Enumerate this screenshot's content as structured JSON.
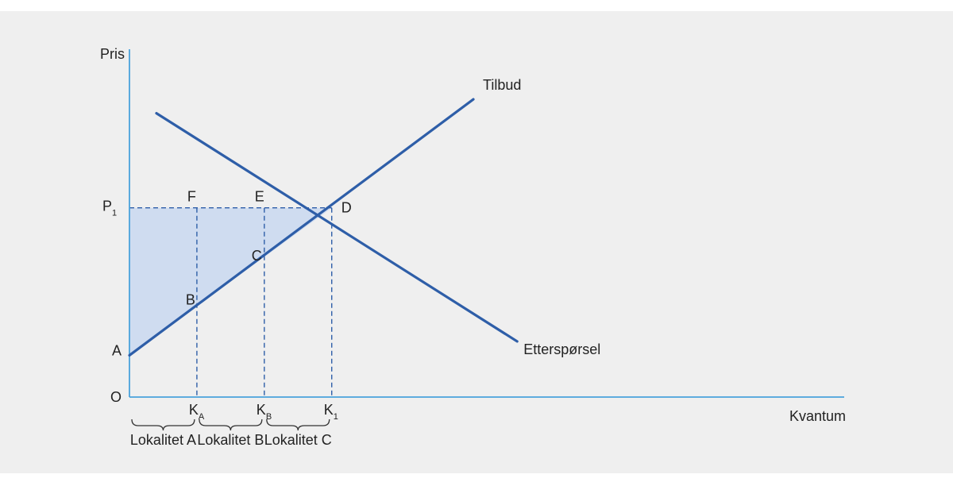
{
  "colors": {
    "axis": "#4aa3dc",
    "curve": "#2e5ea8",
    "guide": "#2e5ea8",
    "fill": "#cfdcf0",
    "background": "#efefef",
    "text": "#222222"
  },
  "chart_data": {
    "type": "line",
    "title": "",
    "ylabel": "Pris",
    "xlabel": "Kvantum",
    "origin_label": "O",
    "grid": false,
    "legend": "none",
    "series": [
      {
        "name": "Tilbud",
        "points": [
          [
            0,
            1.5
          ],
          [
            10.2,
            10.7
          ]
        ]
      },
      {
        "name": "Etterspørsel",
        "points": [
          [
            0.8,
            10.2
          ],
          [
            11.5,
            2.0
          ]
        ]
      }
    ],
    "price_level": {
      "label": "P",
      "subscript": "1",
      "value": 6.8
    },
    "quantity_marks": [
      {
        "label": "K",
        "subscript": "A",
        "value": 2.0
      },
      {
        "label": "K",
        "subscript": "B",
        "value": 4.0
      },
      {
        "label": "K",
        "subscript": "1",
        "value": 6.0
      }
    ],
    "points": [
      {
        "label": "A",
        "x": 0,
        "y": 1.5
      },
      {
        "label": "B",
        "x": 2.0,
        "y": 3.3
      },
      {
        "label": "C",
        "x": 4.0,
        "y": 5.0
      },
      {
        "label": "D",
        "x": 6.0,
        "y": 6.8
      },
      {
        "label": "E",
        "x": 4.0,
        "y": 6.8
      },
      {
        "label": "F",
        "x": 2.0,
        "y": 6.8
      }
    ],
    "shaded_region": [
      "A",
      "P1",
      "D"
    ],
    "segments": [
      {
        "label": "Lokalitet A",
        "from": 0,
        "to": 2.0
      },
      {
        "label": "Lokalitet B",
        "from": 2.0,
        "to": 4.0
      },
      {
        "label": "Lokalitet C",
        "from": 4.0,
        "to": 6.0
      }
    ],
    "xlim": [
      0,
      21.2
    ],
    "ylim": [
      0,
      12.5
    ]
  }
}
